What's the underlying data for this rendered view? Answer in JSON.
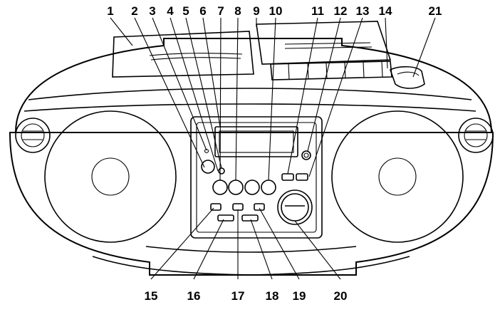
{
  "diagram": {
    "callouts_top": [
      "1",
      "2",
      "3",
      "4",
      "5",
      "6",
      "7",
      "8",
      "9",
      "10",
      "11",
      "12",
      "13",
      "14",
      "21"
    ],
    "callouts_bottom": [
      "15",
      "16",
      "17",
      "18",
      "19",
      "20"
    ]
  }
}
